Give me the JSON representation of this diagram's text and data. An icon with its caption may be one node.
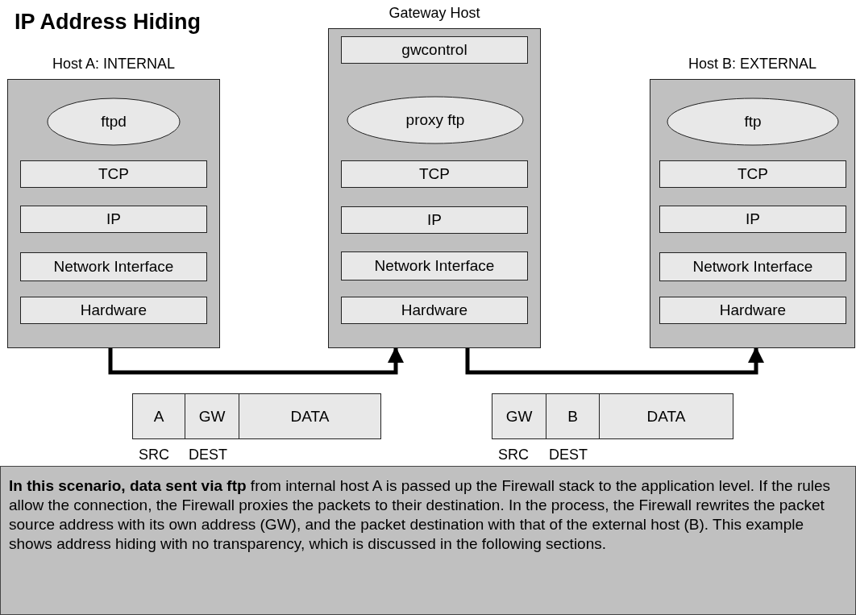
{
  "diagram": {
    "title": "IP Address Hiding",
    "nodes": [
      {
        "text": [
          "Host A: INTERNAL"
        ]
      },
      {
        "text": [
          "ftpd"
        ],
        "in": 0
      },
      {
        "text": [
          "TCP"
        ],
        "in": 0
      },
      {
        "text": [
          "IP"
        ],
        "in": 0
      },
      {
        "text": [
          "Network Interface"
        ],
        "in": 0
      },
      {
        "text": [
          "Hardware"
        ],
        "in": 0
      },
      {
        "text": [
          "Gateway Host"
        ]
      },
      {
        "text": [
          "gwcontrol"
        ],
        "in": 6
      },
      {
        "text": [
          "proxy ftp"
        ],
        "in": 6
      },
      {
        "text": [
          "TCP"
        ],
        "in": 6
      },
      {
        "text": [
          "IP"
        ],
        "in": 6
      },
      {
        "text": [
          "Network Interface"
        ],
        "in": 6
      },
      {
        "text": [
          "Hardware"
        ],
        "in": 6
      },
      {
        "text": [
          "Host B: EXTERNAL"
        ]
      },
      {
        "text": [
          "ftp"
        ],
        "in": 13
      },
      {
        "text": [
          "TCP"
        ],
        "in": 13
      },
      {
        "text": [
          "IP"
        ],
        "in": 13
      },
      {
        "text": [
          "Network Interface"
        ],
        "in": 13
      },
      {
        "text": [
          "Hardware"
        ],
        "in": 13
      },
      {
        "text": [
          "A"
        ]
      },
      {
        "text": [
          "GW"
        ]
      },
      {
        "text": [
          "DATA"
        ]
      },
      {
        "text": [
          "GW"
        ]
      },
      {
        "text": [
          "B"
        ]
      },
      {
        "text": [
          "DATA"
        ]
      },
      {
        "text": [
          "**In this scenario, data sent via ftp** from internal host A is passed up the Firewall stack to the application level. If the rules allow the connection, the Firewall proxies the packets to their destination. In the process, the Firewall rewrites the packet source address with its own address (GW), and the packet destination with that of the external host (B). This example shows address hiding with no transparency, which is discussed in the following sections."
        ]
      }
    ],
    "edges": [
      {
        "from": 0,
        "to": 6,
        "arrow": "to"
      },
      {
        "from": 6,
        "to": 13,
        "arrow": "to"
      }
    ],
    "labels": [
      "SRC",
      "DEST",
      "SRC",
      "DEST"
    ]
  }
}
